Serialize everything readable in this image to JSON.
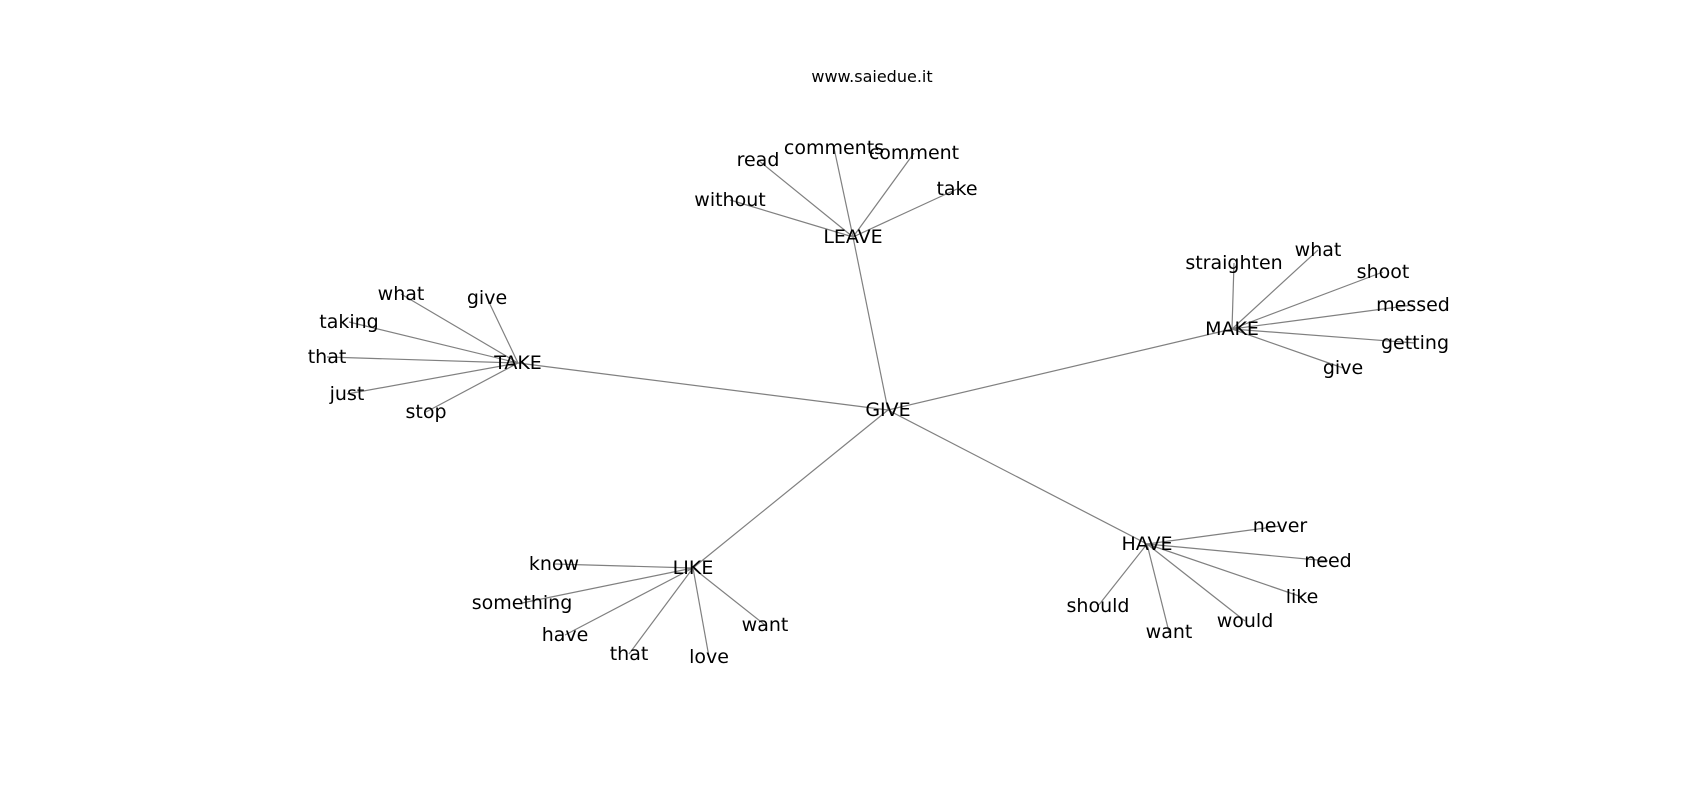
{
  "site_label": "www.saiedue.it",
  "center": {
    "word": "GIVE"
  },
  "clusters": [
    {
      "hub": "LEAVE",
      "words": [
        "read",
        "comments",
        "comment",
        "take",
        "without"
      ]
    },
    {
      "hub": "MAKE",
      "words": [
        "straighten",
        "what",
        "shoot",
        "messed",
        "getting",
        "give"
      ]
    },
    {
      "hub": "TAKE",
      "words": [
        "what",
        "give",
        "taking",
        "that",
        "just",
        "stop"
      ]
    },
    {
      "hub": "LIKE",
      "words": [
        "know",
        "something",
        "have",
        "that",
        "love",
        "want"
      ]
    },
    {
      "hub": "HAVE",
      "words": [
        "never",
        "need",
        "like",
        "would",
        "want",
        "should"
      ]
    }
  ]
}
